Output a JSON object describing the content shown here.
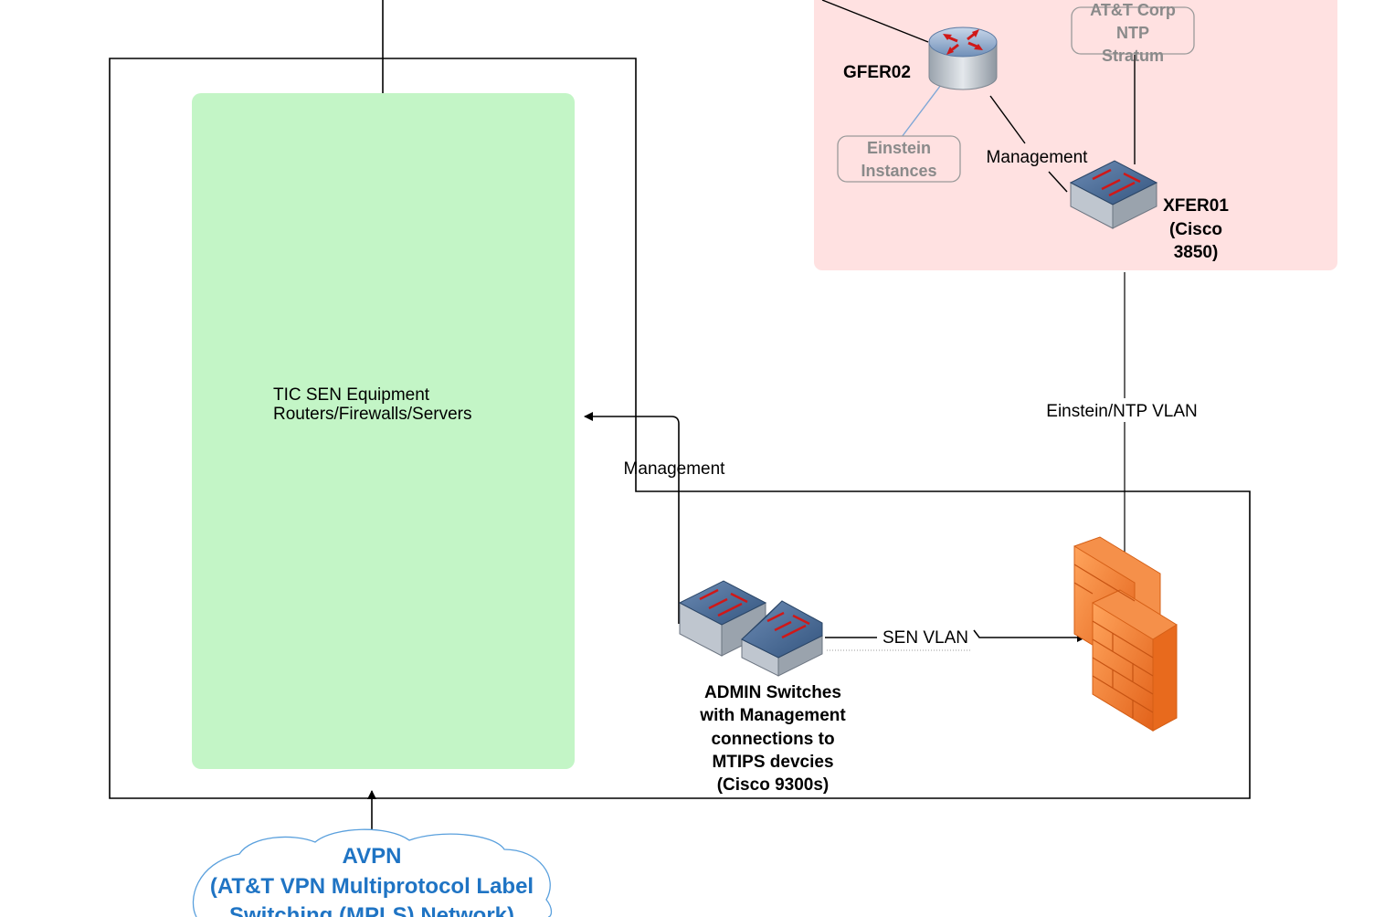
{
  "nodes": {
    "tic_sen": {
      "line1": "TIC SEN Equipment",
      "line2": "Routers/Firewalls/Servers"
    },
    "gfer02": {
      "label": "GFER02"
    },
    "ntp": {
      "line1": "AT&T Corp",
      "line2": "NTP",
      "line3": "Stratum"
    },
    "einstein": {
      "line1": "Einstein",
      "line2": "Instances"
    },
    "xfer01": {
      "line1": "XFER01",
      "line2": "(Cisco",
      "line3": "3850)"
    },
    "admin_switches": {
      "line1": "ADMIN Switches",
      "line2": "with Management",
      "line3": "connections to",
      "line4": "MTIPS devcies",
      "line5": "(Cisco 9300s)"
    },
    "avpn": {
      "line1": "AVPN",
      "line2": "(AT&T VPN Multiprotocol Label",
      "line3": "Switching (MPLS) Network)"
    }
  },
  "edges": {
    "mgmt_gfer_xfer": "Management",
    "mgmt_admin_tic": "Management",
    "einstein_ntp_vlan": "Einstein/NTP VLAN",
    "sen_vlan": "SEN VLAN"
  },
  "colors": {
    "tic_fill": "#c3f5c6",
    "zone_fill": "#ffe1e1",
    "avpn_text": "#1f74c4",
    "muted_text": "#8a8a8a",
    "firewall": "#f47c2a"
  }
}
